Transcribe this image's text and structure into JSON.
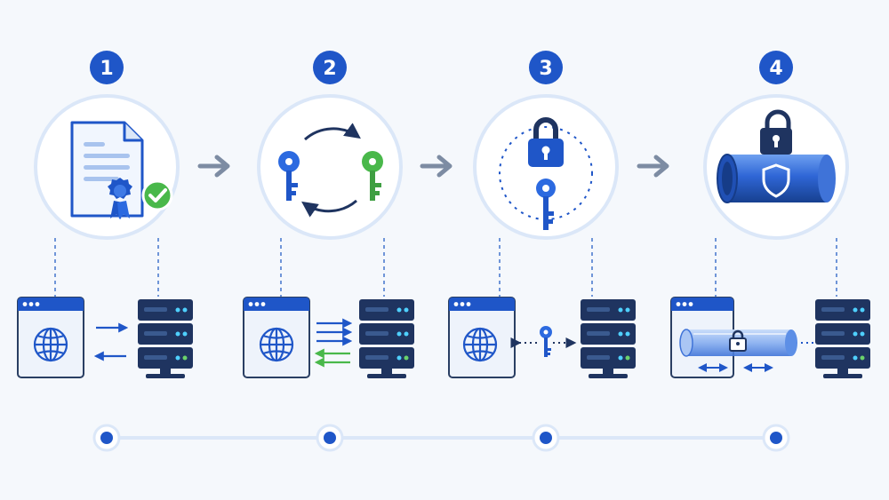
{
  "steps": [
    {
      "number": "1",
      "icon": "certificate-icon"
    },
    {
      "number": "2",
      "icon": "key-exchange-icon"
    },
    {
      "number": "3",
      "icon": "session-key-lock-icon"
    },
    {
      "number": "4",
      "icon": "encrypted-tunnel-icon"
    }
  ],
  "colors": {
    "primary": "#1f56c8",
    "navy": "#1f3460",
    "light_blue": "#dbe7f8",
    "green": "#49b84a",
    "arrow_gray": "#7d8ca3",
    "background": "#f5f8fc"
  }
}
